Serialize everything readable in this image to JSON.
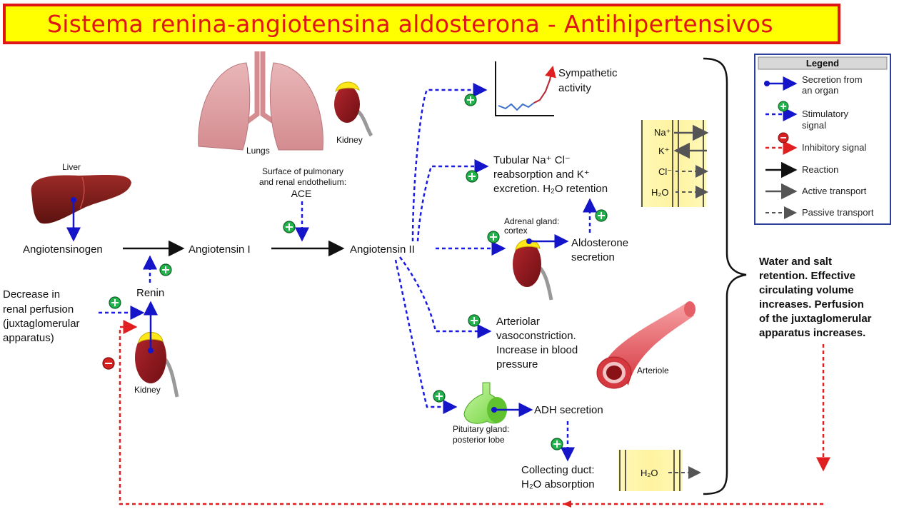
{
  "title": "Sistema renina-angiotensina aldosterona  - Antihipertensivos",
  "organs": {
    "liver": "Liver",
    "lungs": "Lungs",
    "kidney_top": "Kidney",
    "kidney_bottom": "Kidney",
    "arteriole": "Arteriole",
    "adrenal": [
      "Adrenal gland:",
      "cortex"
    ],
    "pituitary": [
      "Pituitary gland:",
      "posterior lobe"
    ]
  },
  "pathway": {
    "angiotensinogen": "Angiotensinogen",
    "angiotensin_i": "Angiotensin I",
    "angiotensin_ii": "Angiotensin II",
    "renin": "Renin",
    "ace": "ACE",
    "ace_site": [
      "Surface of pulmonary",
      "and renal endothelium:"
    ],
    "decrease": [
      "Decrease in",
      "renal perfusion",
      "(juxtaglomerular",
      "apparatus)"
    ]
  },
  "effects": {
    "sympathetic": [
      "Sympathetic",
      "activity"
    ],
    "tubular": [
      "Tubular Na⁺ Cl⁻",
      "reabsorption and K⁺",
      "excretion. H₂O retention"
    ],
    "aldosterone": [
      "Aldosterone",
      "secretion"
    ],
    "vasoconstriction": [
      "Arteriolar",
      "vasoconstriction.",
      "Increase in blood",
      "pressure"
    ],
    "adh": "ADH secretion",
    "collecting": [
      "Collecting duct:",
      "H₂O absorption"
    ],
    "summary": [
      "Water and salt",
      "retention. Effective",
      "circulating volume",
      "increases. Perfusion",
      "of the juxtaglomerular",
      "apparatus increases."
    ]
  },
  "transport": {
    "ions": [
      "Na⁺",
      "K⁺",
      "Cl⁻",
      "H₂O"
    ],
    "duct_water": "H₂O"
  },
  "legend": {
    "title": "Legend",
    "items": [
      [
        "Secretion from",
        "an organ"
      ],
      [
        "Stimulatory",
        "signal"
      ],
      [
        "Inhibitory signal"
      ],
      [
        "Reaction"
      ],
      [
        "Active transport"
      ],
      [
        "Passive transport"
      ]
    ]
  },
  "colors": {
    "secretion": "#1414c8",
    "stimulatory": "#1a1ae6",
    "inhibitory": "#e02020",
    "plus": "#22b24c",
    "minus": "#d42020",
    "title_bg": "#ffff00",
    "title_border": "#e01515"
  }
}
